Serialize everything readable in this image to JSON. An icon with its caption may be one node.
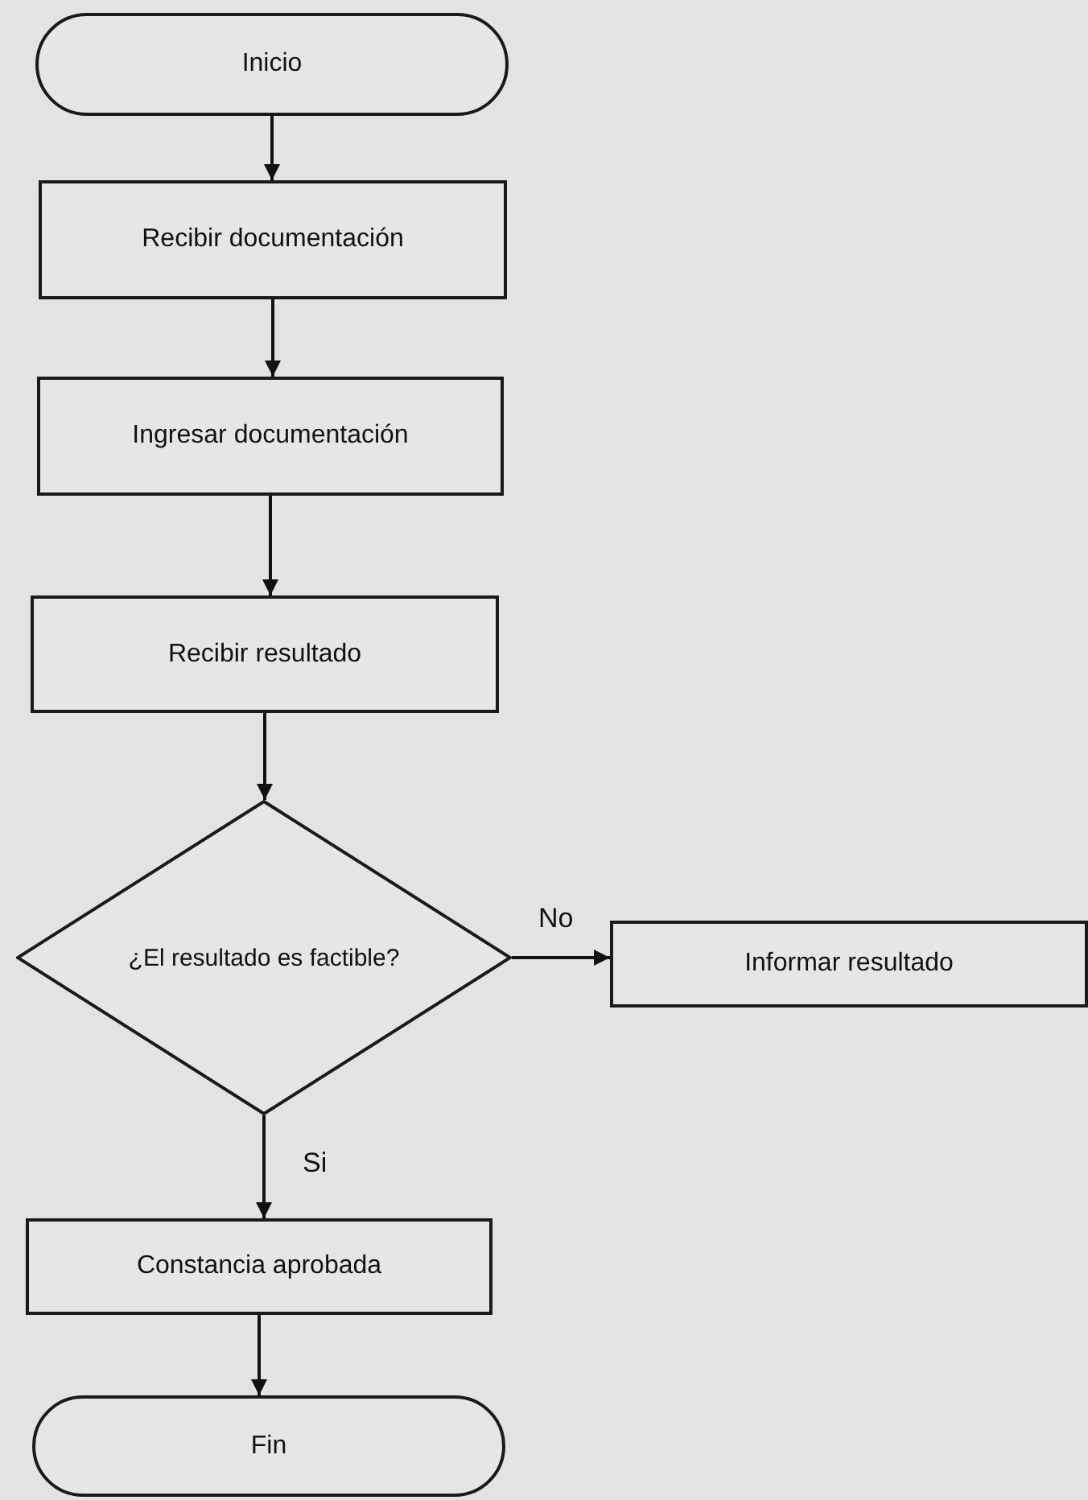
{
  "diagram": {
    "nodes": [
      {
        "text": [
          "Inicio"
        ]
      },
      {
        "text": [
          "Recibir documentación"
        ]
      },
      {
        "text": [
          "Ingresar documentación"
        ]
      },
      {
        "text": [
          "Recibir resultado"
        ]
      },
      {
        "text": [
          "¿El resultado es factible?"
        ]
      },
      {
        "text": [
          "Informar resultado"
        ]
      },
      {
        "text": [
          "Constancia aprobada"
        ]
      },
      {
        "text": [
          "Fin"
        ]
      }
    ],
    "edges": [
      {
        "from": 0,
        "to": 1,
        "arrow": "to"
      },
      {
        "from": 1,
        "to": 2,
        "arrow": "to"
      },
      {
        "from": 2,
        "to": 3,
        "arrow": "to"
      },
      {
        "from": 3,
        "to": 4,
        "arrow": "to"
      },
      {
        "from": 4,
        "to": 5,
        "arrow": "to",
        "label": "No"
      },
      {
        "from": 4,
        "to": 6,
        "arrow": "to",
        "label": "Si"
      },
      {
        "from": 6,
        "to": 7,
        "arrow": "to"
      }
    ]
  }
}
